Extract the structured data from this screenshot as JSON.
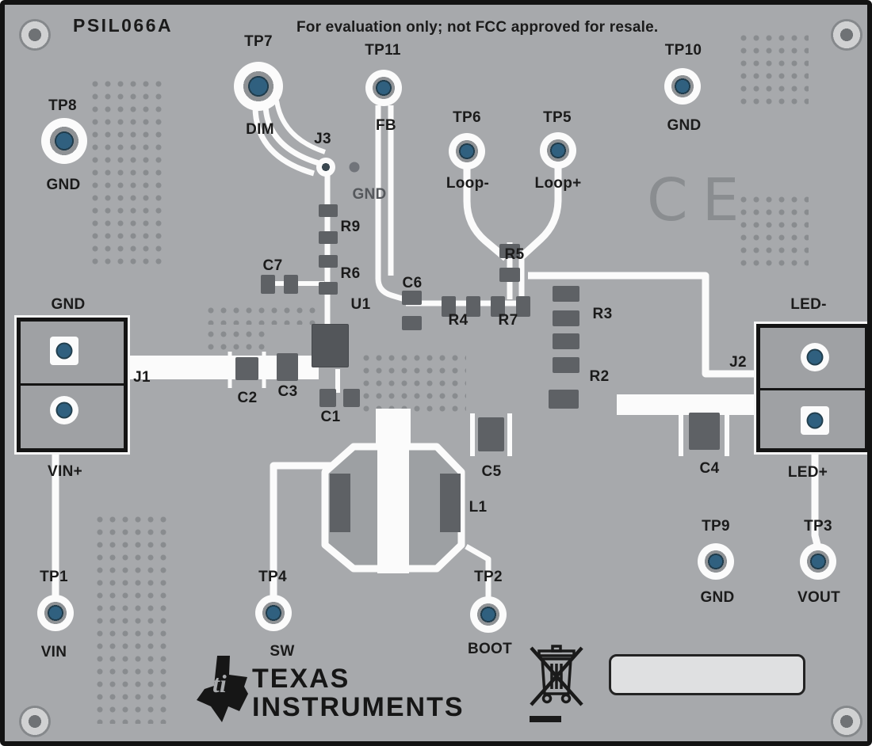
{
  "board": {
    "part_number": "PSIL066A",
    "disclaimer": "For evaluation only; not FCC approved for resale.",
    "colors": {
      "substrate": "#a7a9ac",
      "silkscreen": "#fbfbfb",
      "legend_text": "#1b1b1b",
      "pad_center_blue": "#30607f",
      "component_body": "#5e6165"
    }
  },
  "test_points": [
    {
      "name": "TP7",
      "signal": "DIM"
    },
    {
      "name": "TP11",
      "signal": "FB"
    },
    {
      "name": "TP6",
      "signal": "Loop-"
    },
    {
      "name": "TP5",
      "signal": "Loop+"
    },
    {
      "name": "TP10",
      "signal": "GND"
    },
    {
      "name": "TP8",
      "signal": "GND"
    },
    {
      "name": "TP1",
      "signal": "VIN"
    },
    {
      "name": "TP4",
      "signal": "SW"
    },
    {
      "name": "TP2",
      "signal": "BOOT"
    },
    {
      "name": "TP9",
      "signal": "GND"
    },
    {
      "name": "TP3",
      "signal": "VOUT"
    }
  ],
  "connectors": {
    "j1": {
      "name": "J1",
      "pin_top": "GND",
      "pin_bottom": "VIN+"
    },
    "j2": {
      "name": "J2",
      "pin_top": "LED-",
      "pin_bottom": "LED+"
    },
    "j3": {
      "name": "J3",
      "pad": "GND"
    }
  },
  "components": {
    "r9": "R9",
    "r6": "R6",
    "c7": "C7",
    "c6": "C6",
    "u1": "U1",
    "r4": "R4",
    "r7": "R7",
    "r5": "R5",
    "r3": "R3",
    "r2": "R2",
    "c2": "C2",
    "c3": "C3",
    "c1": "C1",
    "c5": "C5",
    "c4": "C4",
    "l1": "L1"
  },
  "markings": {
    "ce_mark": "CE",
    "brand_line1": "TEXAS",
    "brand_line2": "INSTRUMENTS",
    "ti_bug": "ti"
  }
}
